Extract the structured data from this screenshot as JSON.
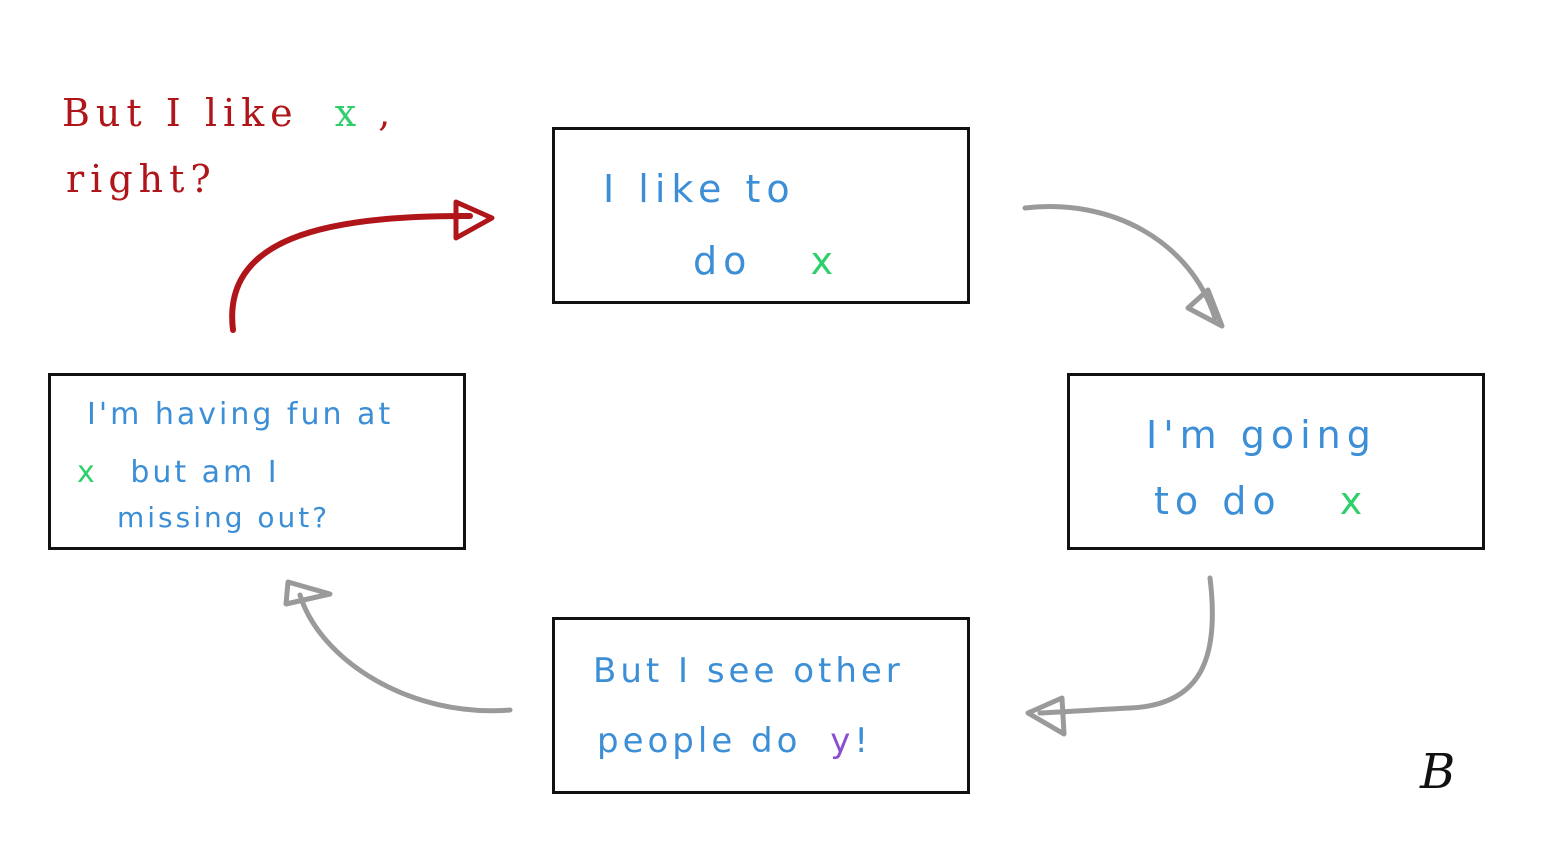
{
  "colors": {
    "text_blue": "#3c8fd6",
    "x_green": "#2fd06c",
    "y_purple": "#8a4fd0",
    "note_red": "#b0151a",
    "arrow_gray": "#9a9a9a",
    "arrow_red": "#b0151a",
    "border": "#111111"
  },
  "boxes": {
    "top": {
      "line1": "I like to",
      "line2_pre": "do",
      "line2_mark": "x"
    },
    "right": {
      "line1": "I'm going",
      "line2_pre": "to do",
      "line2_mark": "x"
    },
    "bottom": {
      "line1": "But I see other",
      "line2_pre": "people do",
      "line2_mark": "y",
      "line2_post": "!"
    },
    "left": {
      "line1": "I'm having fun at",
      "line2_mark": "x",
      "line2_post": "but am I",
      "line3": "missing out?"
    }
  },
  "note": {
    "line1_pre": "But I like",
    "line1_mark": "x",
    "line1_post": ",",
    "line2": "right?"
  },
  "signature": "B",
  "arrows": [
    {
      "from": "top",
      "to": "right",
      "color": "gray"
    },
    {
      "from": "right",
      "to": "bottom",
      "color": "gray"
    },
    {
      "from": "bottom",
      "to": "left",
      "color": "gray"
    },
    {
      "from": "left",
      "to": "top",
      "color": "red"
    }
  ]
}
